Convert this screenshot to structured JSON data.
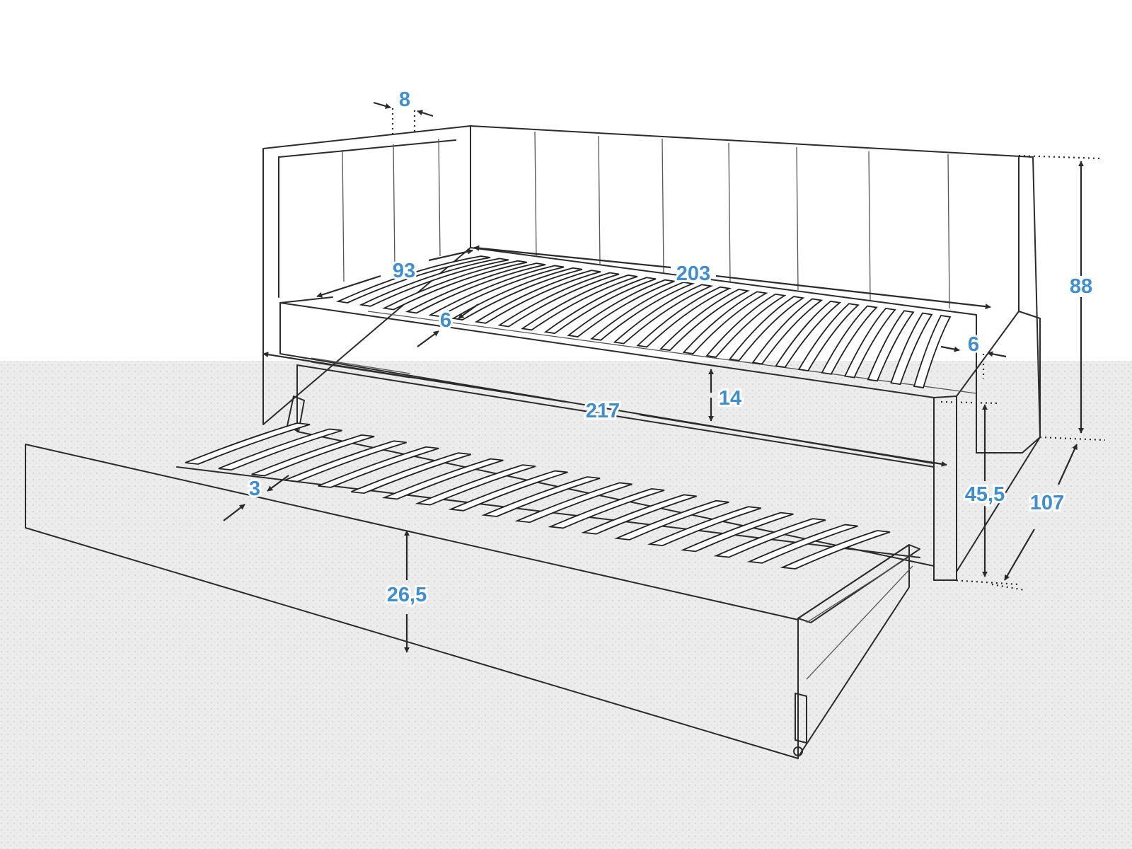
{
  "diagram": {
    "labels": {
      "armrest_thickness": "8",
      "depth": "93",
      "inner_length": "203",
      "side_rail_left": "6",
      "side_rail_right": "6",
      "frame_height": "14",
      "total_length": "217",
      "total_height": "88",
      "seat_height": "45,5",
      "total_width": "107",
      "trundle_rail": "3",
      "trundle_height": "26,5"
    },
    "colors": {
      "label": "#3f8ecf",
      "line": "#2b2b2b",
      "floor": "#e6e6e6"
    }
  }
}
